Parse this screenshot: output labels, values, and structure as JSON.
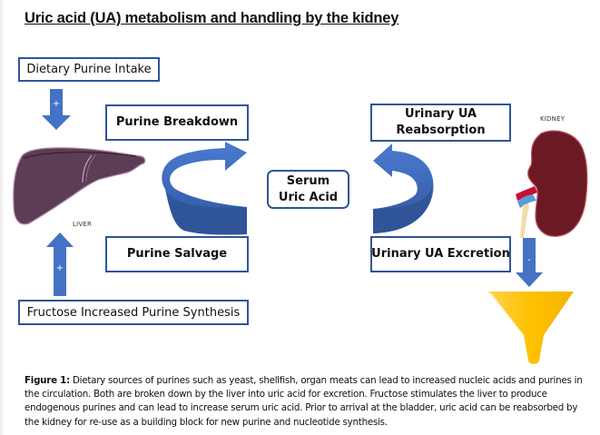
{
  "title": "Uric acid (UA) metabolism and handling by the kidney",
  "boxes": {
    "dietary_intake": "Dietary Purine Intake",
    "purine_breakdown": "Purine Breakdown",
    "purine_salvage": "Purine Salvage",
    "fructose_synthesis": "Fructose Increased Purine Synthesis",
    "serum_line1": "Serum",
    "serum_line2": "Uric Acid",
    "reabsorption_line1": "Urinary UA",
    "reabsorption_line2": "Reabsorption",
    "excretion": "Urinary UA Excretion"
  },
  "labels": {
    "liver": "LIVER",
    "kidney": "KIDNEY"
  },
  "arrow_signs": {
    "dietary_arrow": "+",
    "fructose_arrow": "+",
    "kidney_arrow": "-"
  },
  "icons": {
    "liver": "liver-organ-icon",
    "kidney": "kidney-organ-icon",
    "funnel": "funnel-bladder-icon",
    "breakdown_cycle": "curved-arrow-right-icon",
    "reabsorption_cycle": "curved-arrow-left-icon"
  },
  "colors": {
    "box_border": "#2f5597",
    "arrow_blue": "#4472c4",
    "arrow_dark": "#2f5597",
    "liver": "#5b3d56",
    "kidney": "#6b1a24",
    "funnel": "#ffc000"
  },
  "caption": {
    "label": "Figure 1:",
    "text": " Dietary sources of purines such as yeast, shellfish, organ meats can lead to increased nucleic acids and purines in the circulation. Both are broken down by the liver into uric acid for excretion. Fructose stimulates the liver to produce endogenous purines and can lead to increase serum uric acid. Prior to arrival at the bladder, uric acid can be reabsorbed by the kidney for re-use as a building block for new purine and nucleotide synthesis."
  }
}
